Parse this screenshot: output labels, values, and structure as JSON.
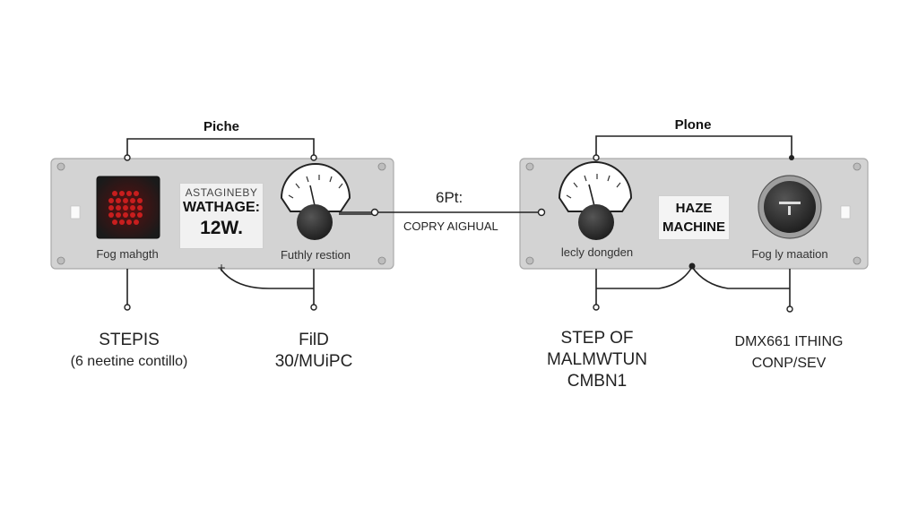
{
  "left_device": {
    "top_label": "Piche",
    "display_line1": "ASTAGINEBY",
    "display_line2": "WATHAGE:",
    "display_line3": "12W.",
    "caption_left": "Fog mahgth",
    "caption_right": "Futhly restion"
  },
  "cable": {
    "title": "6Pt:",
    "label": "COPRY AIGHUAL"
  },
  "right_device": {
    "top_label": "Plone",
    "display_line1": "HAZE",
    "display_line2": "MACHINE",
    "caption_left": "lecly dongden",
    "caption_right": "Fog ly maation"
  },
  "bottom_labels": {
    "steps_line1": "STEPIS",
    "steps_line2": "(6 neetine contillo)",
    "fid_line1": "FilD",
    "fid_line2": "30/MUiPC",
    "step_of_line1": "STEP OF",
    "step_of_line2": "MALMWTUN",
    "step_of_line3": "CMBN1",
    "dmx_line1": "DMX661 ITHING",
    "dmx_line2": "CONP/SEV"
  },
  "colors": {
    "panel": "#d3d3d3",
    "panel_border": "#a9a9a9",
    "wire": "#222222",
    "led_red": "#c81e1e"
  },
  "icons": [
    "led-matrix-icon",
    "analog-gauge-icon",
    "control-knob-icon",
    "xlr-socket-icon",
    "screw-icon",
    "connector-dot-icon"
  ]
}
